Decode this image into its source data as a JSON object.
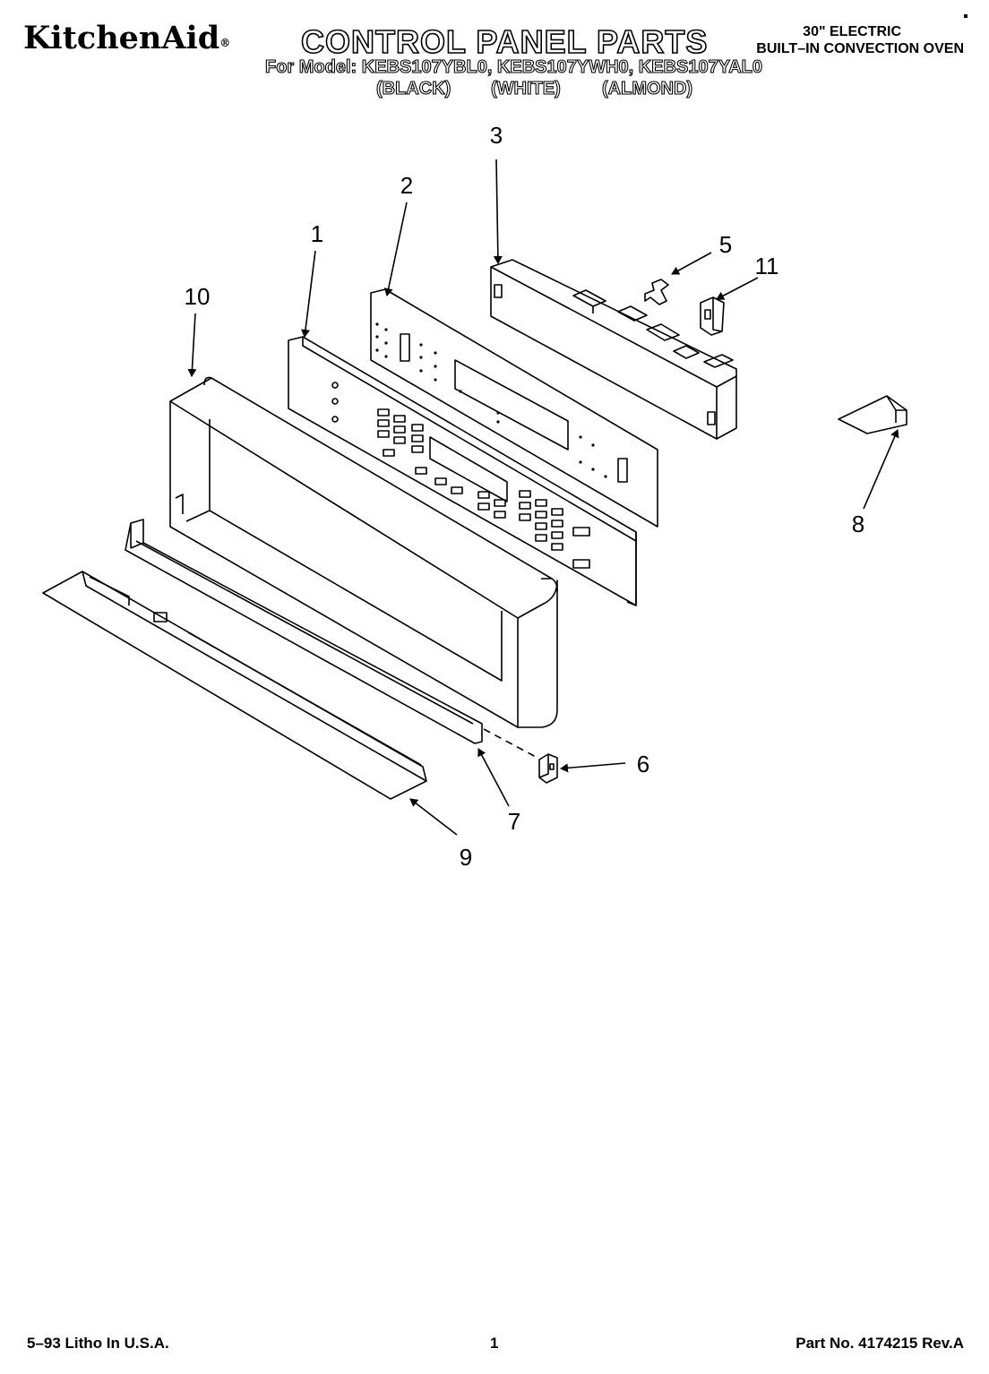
{
  "header": {
    "brand": "KitchenAid",
    "brand_mark": "®",
    "title": "CONTROL PANEL PARTS",
    "product_type_line1": "30\" ELECTRIC",
    "product_type_line2": "BUILT–IN CONVECTION OVEN",
    "models_line": "For Model: KEBS107YBL0, KEBS107YWH0, KEBS107YAL0",
    "colors": [
      "(BLACK)",
      "(WHITE)",
      "(ALMOND)"
    ]
  },
  "diagram": {
    "callouts": [
      "1",
      "2",
      "3",
      "5",
      "6",
      "7",
      "8",
      "9",
      "10",
      "11"
    ]
  },
  "footer": {
    "left": "5–93 Litho In U.S.A.",
    "page": "1",
    "right": "Part No. 4174215 Rev.A"
  }
}
